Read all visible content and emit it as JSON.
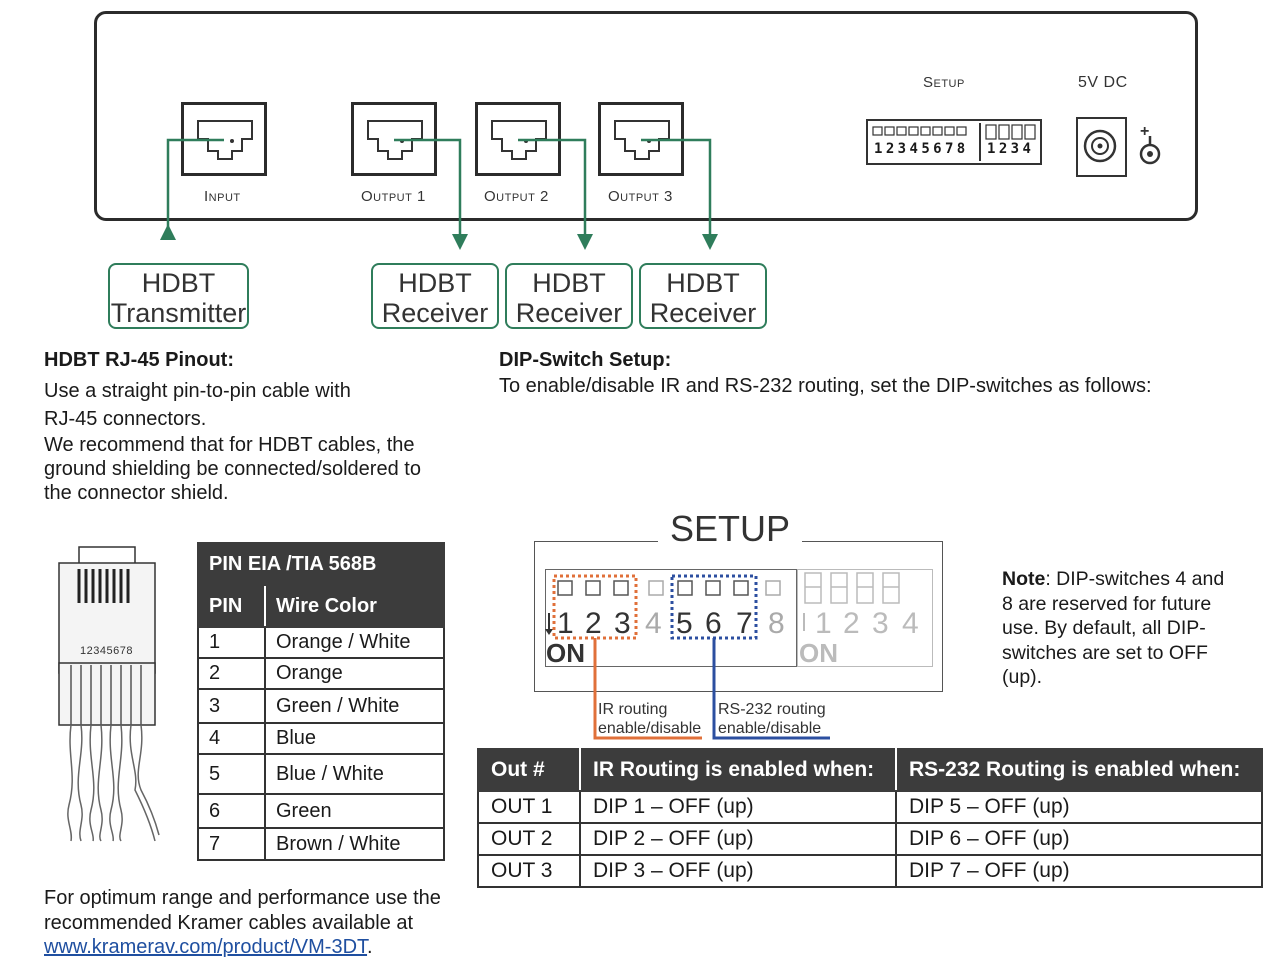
{
  "device": {
    "ports": [
      {
        "label": "Input"
      },
      {
        "label": "Output 1"
      },
      {
        "label": "Output 2"
      },
      {
        "label": "Output 3"
      }
    ],
    "setup_label": "Setup",
    "power_label": "5V DC",
    "dip_numbers_a": "12345678",
    "dip_numbers_b": "1234",
    "dip_on_label": "ON"
  },
  "endpoints": [
    {
      "line1": "HDBT",
      "line2": "Transmitter"
    },
    {
      "line1": "HDBT",
      "line2": "Receiver"
    },
    {
      "line1": "HDBT",
      "line2": "Receiver"
    },
    {
      "line1": "HDBT",
      "line2": "Receiver"
    }
  ],
  "pinout": {
    "heading": "HDBT RJ-45 Pinout:",
    "text1": "Use a straight pin-to-pin cable with",
    "text2": "RJ-45 connectors.",
    "text3": "We recommend that for HDBT cables, the",
    "text4": "ground shielding be connected/soldered to",
    "text5": "the connector shield.",
    "connector_numbers": "12345678",
    "table_title": "PIN EIA /TIA 568B",
    "col_pin": "PIN",
    "col_color": "Wire Color",
    "rows": [
      {
        "pin": "1",
        "color": "Orange / White"
      },
      {
        "pin": "2",
        "color": "Orange"
      },
      {
        "pin": "3",
        "color": "Green / White"
      },
      {
        "pin": "4",
        "color": "Blue"
      },
      {
        "pin": "5",
        "color": "Blue / White"
      },
      {
        "pin": "6",
        "color": "Green"
      },
      {
        "pin": "7",
        "color": "Brown / White"
      }
    ]
  },
  "dip": {
    "heading": "DIP-Switch Setup:",
    "text": "To enable/disable IR and RS-232 routing, set the DIP-switches as follows:",
    "diagram_title": "SETUP",
    "on_label": "ON",
    "ir_label1": "IR routing",
    "ir_label2": "enable/disable",
    "rs_label1": "RS-232 routing",
    "rs_label2": "enable/disable",
    "note_bold": "Note",
    "note_text1": ": DIP-switches 4 and",
    "note_text2": "8 are reserved for future",
    "note_text3": "use. By default, all DIP-",
    "note_text4": "switches are set to OFF",
    "note_text5": "(up).",
    "switch_numbers": [
      "1",
      "2",
      "3",
      "4",
      "5",
      "6",
      "7",
      "8",
      "1",
      "2",
      "3",
      "4"
    ],
    "ir_color": "#e0703a",
    "rs_color": "#2c4fa0"
  },
  "routing_table": {
    "headers": [
      "Out #",
      "IR Routing is enabled when:",
      "RS-232 Routing is enabled when:"
    ],
    "rows": [
      [
        "OUT 1",
        "DIP 1 – OFF (up)",
        "DIP 5 – OFF (up)"
      ],
      [
        "OUT 2",
        "DIP 2 – OFF (up)",
        "DIP 6 – OFF (up)"
      ],
      [
        "OUT 3",
        "DIP 3 – OFF (up)",
        "DIP 7 – OFF (up)"
      ]
    ]
  },
  "footer": {
    "line1": "For optimum range and performance use the",
    "line2": "recommended Kramer cables available at",
    "link": "www.kramerav.com/product/VM-3DT",
    "after_link": "."
  },
  "colors": {
    "green": "#2f7d5b",
    "dark_header": "#3c3c3c"
  }
}
